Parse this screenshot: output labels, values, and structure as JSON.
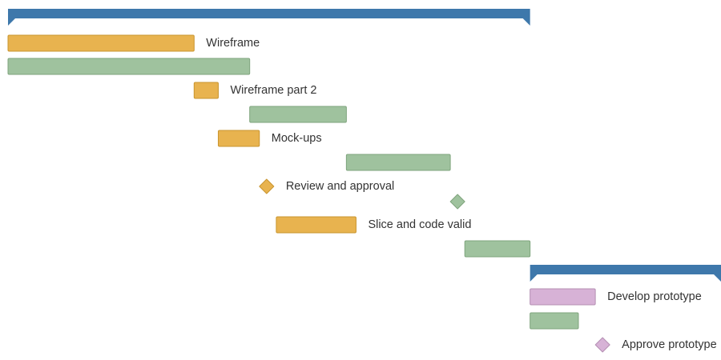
{
  "chart_data": {
    "type": "gantt",
    "colors": {
      "summary": "#3e78ab",
      "group1_bar": "#e8b34f",
      "group1_bar_stroke": "#c9952f",
      "actual_bar": "#9fc29e",
      "actual_bar_stroke": "#7fa47d",
      "group2_bar": "#d7b2d6",
      "group2_bar_stroke": "#b48fb3",
      "label_text": "#333333"
    },
    "time_range": [
      0,
      29.5
    ],
    "summaries": [
      {
        "start": 0,
        "end": 21.6
      },
      {
        "start": 21.6,
        "end": 29.5
      }
    ],
    "tasks": [
      {
        "label": "Wireframe",
        "color_key": "group1_bar",
        "type": "bar",
        "start": 0,
        "end": 7.7,
        "actual": {
          "start": 0,
          "end": 10.0
        }
      },
      {
        "label": "Wireframe part 2",
        "color_key": "group1_bar",
        "type": "bar",
        "start": 7.7,
        "end": 8.7,
        "actual": {
          "start": 10.0,
          "end": 14.0
        }
      },
      {
        "label": "Mock-ups",
        "color_key": "group1_bar",
        "type": "bar",
        "start": 8.7,
        "end": 10.4,
        "actual": {
          "start": 14.0,
          "end": 18.3
        }
      },
      {
        "label": "Review and approval",
        "color_key": "group1_bar",
        "type": "milestone",
        "at": 10.7,
        "actual": {
          "at": 18.6
        }
      },
      {
        "label": "Slice and code valid",
        "color_key": "group1_bar",
        "type": "bar",
        "start": 11.1,
        "end": 14.4,
        "actual": {
          "start": 18.9,
          "end": 21.6
        }
      },
      {
        "label": "Develop prototype",
        "color_key": "group2_bar",
        "type": "bar",
        "start": 21.6,
        "end": 24.3,
        "actual": {
          "start": 21.6,
          "end": 23.6
        }
      },
      {
        "label": "Approve prototype",
        "color_key": "group2_bar",
        "type": "milestone",
        "at": 24.6,
        "actual": null
      }
    ]
  }
}
